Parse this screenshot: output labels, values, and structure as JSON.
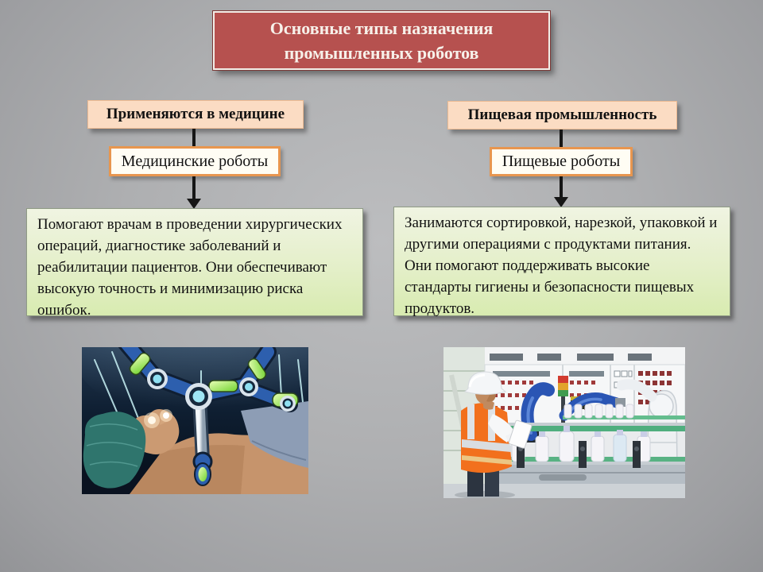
{
  "slide": {
    "title": "Основные типы назначения промышленных роботов",
    "columns": [
      {
        "header": "Применяются в медицине",
        "sub": "Медицинские роботы",
        "description": "Помогают врачам в проведении хирургических операций, диагностике заболеваний и реабилитации пациентов. Они обеспечивают высокую точность и минимизацию риска ошибок.",
        "image": "medical-robot-surgery-photo"
      },
      {
        "header": "Пищевая промышленность",
        "sub": "Пищевые роботы",
        "description": "Занимаются сортировкой, нарезкой, упаковкой и другими операциями с продуктами питания. Они помогают поддерживать высокие стандарты гигиены и безопасности пищевых продуктов.",
        "image": "food-factory-robot-photo"
      }
    ],
    "colors": {
      "title_bg": "#b6514f",
      "title_text": "#f7f1ea",
      "header_bg": "#fbdcc3",
      "header_border": "#ecba92",
      "sub_bg": "#fffdf4",
      "sub_border": "#e8964f",
      "desc_bg_top": "#f0f4e2",
      "desc_bg_bottom": "#d8ebb0",
      "desc_border": "#8f9b85",
      "connector": "#161616",
      "slide_bg": "#aeafb1"
    }
  }
}
